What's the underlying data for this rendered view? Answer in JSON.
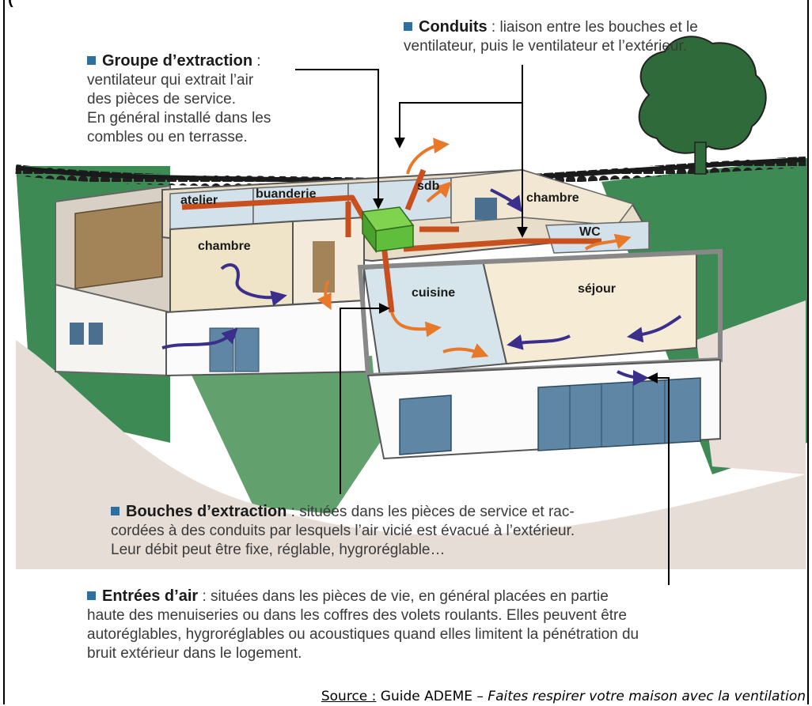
{
  "top_fragment": "(",
  "rooms": {
    "atelier": "atelier",
    "buanderie": "buanderie",
    "sdb": "sdb",
    "chambre_right": "chambre",
    "chambre_left": "chambre",
    "wc": "WC",
    "cuisine": "cuisine",
    "sejour": "séjour"
  },
  "callouts": {
    "groupe": {
      "term": "Groupe d’extraction",
      "sep": " :",
      "lines": [
        "ventilateur qui extrait l’air",
        "des pièces de service.",
        "En général installé dans les",
        "combles ou en terrasse."
      ]
    },
    "conduits": {
      "term": "Conduits",
      "sep": " :  liaison entre les bouches et le",
      "lines": [
        "ventilateur, puis le ventilateur et l’extérieur."
      ]
    },
    "bouches": {
      "term": "Bouches d’extraction",
      "sep": " : situées dans les pièces de service et rac-",
      "lines": [
        "cordées à des conduits par lesquels l’air vicié est évacué à l’extérieur.",
        "Leur débit peut être fixe, réglable, hygroréglable…"
      ]
    },
    "entrees": {
      "term": "Entrées d’air",
      "sep": " : situées dans les pièces de vie, en général placées en partie",
      "lines": [
        "haute des menuiseries ou dans les coffres des volets roulants. Elles peuvent être",
        "autoréglables, hygroréglables ou acoustiques quand elles limitent la pénétration du",
        "bruit extérieur dans le logement."
      ]
    }
  },
  "source": {
    "label": "Source :",
    "publisher": " Guide ADEME – ",
    "title": "Faites respirer votre maison avec la ventilation"
  },
  "colors": {
    "accent_bullet": "#2e6f9e",
    "duct": "#c8501e",
    "stale_air": "#e8782a",
    "fresh_air": "#3a2f8a",
    "fan": "#5fbf3c",
    "landscape": "#3e8a55"
  }
}
